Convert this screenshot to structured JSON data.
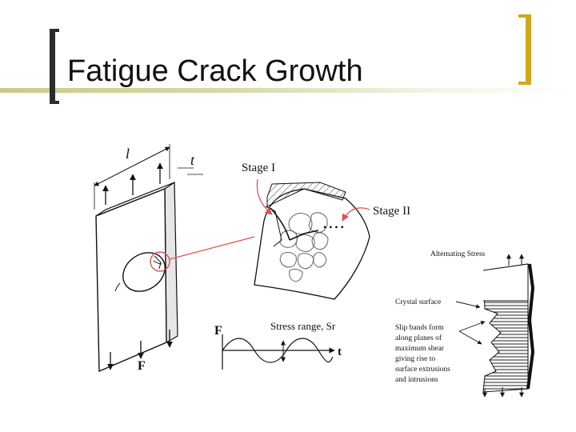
{
  "slide": {
    "title": "Fatigue Crack Growth"
  },
  "figure": {
    "dimension_l": "l",
    "dimension_t": "t",
    "force_label": "F",
    "stage_1": "Stage I",
    "stage_2": "Stage II",
    "plot_f": "F",
    "plot_t": "t",
    "stress_range": "Stress range, Sr",
    "alternating_stress": "Alternating Stress",
    "crystal_surface": "Crystal surface",
    "slip_text": [
      "Slip bands form",
      "along planes of",
      "maximum shear",
      "giving rise to",
      "surface extrusions",
      "and intrusions"
    ]
  },
  "colors": {
    "title_bracket_left": "#2b2b2b",
    "title_bracket_right": "#d2a61c",
    "title_band": "#c9c98e",
    "callout_red": "#d9534f"
  }
}
